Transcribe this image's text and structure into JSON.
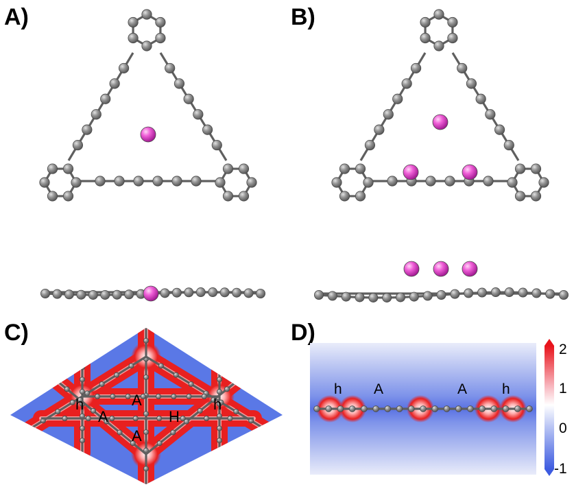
{
  "figure": {
    "panels": [
      {
        "id": "A",
        "label": "A)"
      },
      {
        "id": "B",
        "label": "B)"
      },
      {
        "id": "C",
        "label": "C)"
      },
      {
        "id": "D",
        "label": "D)"
      }
    ],
    "panel_c_sites": [
      "h",
      "A",
      "A",
      "A",
      "H",
      "h"
    ],
    "panel_d_sites": [
      "h",
      "A",
      "A",
      "h"
    ],
    "colorbar": {
      "ticks": [
        "2",
        "1",
        "0",
        "-1"
      ],
      "colors": {
        "max": "#e8141c",
        "mid": "#ffffff",
        "min": "#3d5be0"
      }
    },
    "colors": {
      "carbon": "#8c8c8c",
      "metal": "#e040c8",
      "density_background": "#5a78e6",
      "density_high": "#e82020"
    }
  }
}
